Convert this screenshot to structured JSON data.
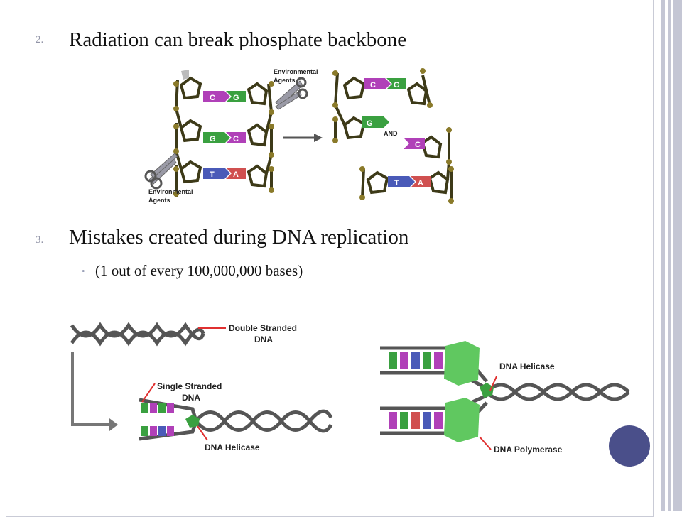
{
  "slide": {
    "items": [
      {
        "number": "2.",
        "text": "Radiation can break phosphate backbone"
      },
      {
        "number": "3.",
        "text": "Mistakes created during DNA replication"
      }
    ],
    "sub_bullet": "(1 out of every 100,000,000 bases)"
  },
  "figure_radiation": {
    "agent_label_top_1": "Environmental",
    "agent_label_top_2": "Agents",
    "agent_label_bottom_1": "Environmental",
    "agent_label_bottom_2": "Agents",
    "and_label": "AND",
    "base_c": "C",
    "base_g": "G",
    "base_t": "T",
    "base_a": "A"
  },
  "figure_replication_left": {
    "double_stranded_1": "Double Stranded",
    "double_stranded_2": "DNA",
    "single_stranded_1": "Single Stranded",
    "single_stranded_2": "DNA",
    "helicase": "DNA Helicase"
  },
  "figure_replication_right": {
    "helicase": "DNA Helicase",
    "polymerase": "DNA Polymerase"
  }
}
